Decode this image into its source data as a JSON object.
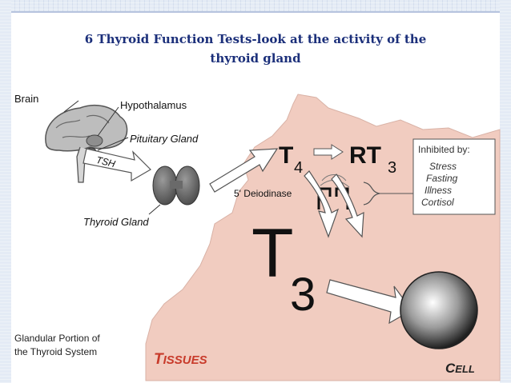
{
  "title_line1": "6 Thyroid Function Tests-look at the activity of the",
  "title_line2": "thyroid gland",
  "diagram": {
    "brain": "Brain",
    "hypothalamus": "Hypothalamus",
    "pituitary": "Pituitary Gland",
    "tsh": "TSH",
    "thyroid_gland": "Thyroid Gland",
    "t4_main": "T",
    "t4_sub": "4",
    "rt3_main": "RT",
    "rt3_sub": "3",
    "deiodinase": "5' Deiodinase",
    "t3_main": "T",
    "t3_sub": "3",
    "inhibited_title": "Inhibited by:",
    "inhibitors": [
      "Stress",
      "Fasting",
      "Illness",
      "Cortisol"
    ],
    "glandular_line1": "Glandular Portion of",
    "glandular_line2": "the Thyroid System",
    "tissues_first": "T",
    "tissues_rest": "ISSUES",
    "cell_first": "C",
    "cell_rest": "ELL"
  },
  "colors": {
    "title": "#1b2f7a",
    "tissue": "#f1ccc0",
    "tissue_label": "#c83a2a",
    "frame": "#e4ebf5"
  }
}
